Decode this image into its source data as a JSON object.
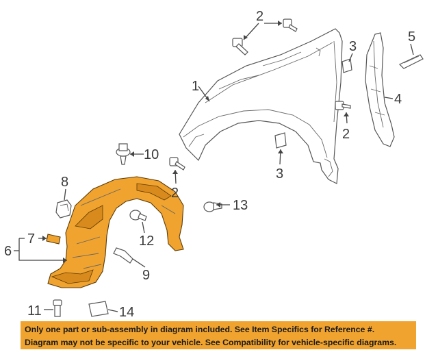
{
  "callouts": {
    "n1": "1",
    "n2a": "2",
    "n2b": "2",
    "n2c": "2",
    "n3a": "3",
    "n3b": "3",
    "n4": "4",
    "n5": "5",
    "n6": "6",
    "n7": "7",
    "n8": "8",
    "n9": "9",
    "n10": "10",
    "n11": "11",
    "n12": "12",
    "n13": "13",
    "n14": "14"
  },
  "notice": {
    "line1": "Only one part or sub-assembly in diagram included. See Item Specifics for Reference #.",
    "line2": "Diagram may not be specific to your vehicle. See Compatibility for vehicle-specific diagrams."
  },
  "colors": {
    "highlight": "#f0a32e",
    "line": "#444444"
  }
}
